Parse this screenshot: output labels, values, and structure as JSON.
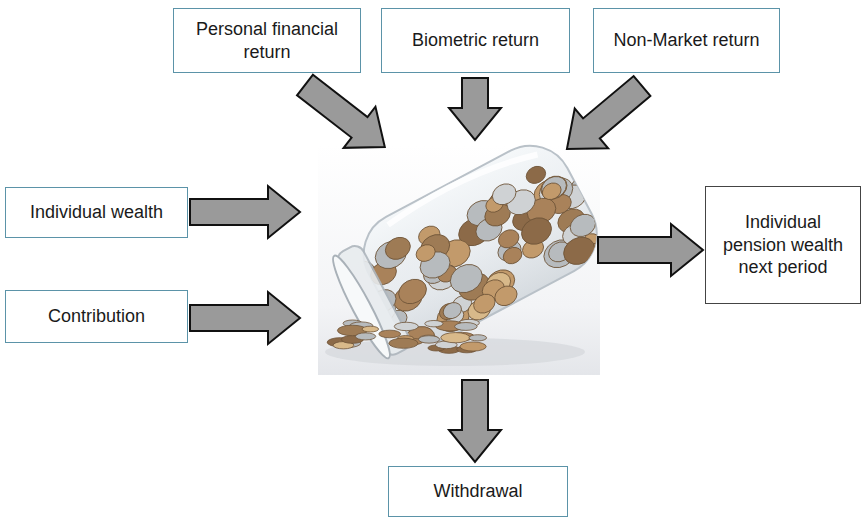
{
  "diagram": {
    "nodes": [
      {
        "text": [
          "Personal financial return"
        ]
      },
      {
        "text": [
          "Biometric return"
        ]
      },
      {
        "text": [
          "Non-Market return"
        ]
      },
      {
        "text": [
          "Individual wealth"
        ]
      },
      {
        "text": [
          "Contribution"
        ]
      },
      {
        "text": [
          "Individual pension wealth next period"
        ]
      },
      {
        "text": [
          "Withdrawal"
        ]
      }
    ]
  }
}
